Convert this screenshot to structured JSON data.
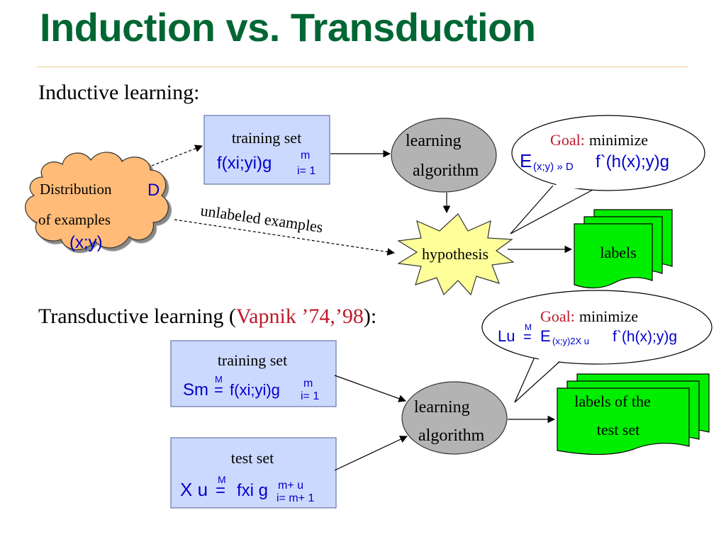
{
  "title": "Induction vs. Transduction",
  "inductive": {
    "heading": "Inductive learning:",
    "training_set": {
      "label": "training set",
      "formula": "f(xi;yi)g",
      "sup": "m",
      "sub": "i= 1"
    },
    "distribution": {
      "line1": "Distribution",
      "D": "D",
      "line2": "of examples",
      "xy": "(x;y)"
    },
    "learning_algorithm": {
      "line1": "learning",
      "line2": "algorithm"
    },
    "goal": {
      "goal_word": "Goal:",
      "rest": "minimize",
      "formula_E": "E",
      "formula_sub": "(x;y) » D",
      "formula_rest": "f`(h(x);y)g"
    },
    "unlabeled": "unlabeled examples",
    "hypothesis": "hypothesis",
    "labels": "labels"
  },
  "transductive": {
    "heading_pre": "Transductive learning (",
    "heading_ref": "Vapnik ’74,’98",
    "heading_post": "):",
    "training_set": {
      "label": "training set",
      "lhs": "Sm",
      "def": "M",
      "rhs": "f(xi;yi)g",
      "sup": "m",
      "sub": "i= 1"
    },
    "test_set": {
      "label": "test set",
      "lhs": "X u",
      "def": "M",
      "rhs": "fxi g",
      "sup": "m+ u",
      "sub": "i= m+ 1"
    },
    "learning_algorithm": {
      "line1": "learning",
      "line2": "algorithm"
    },
    "goal": {
      "goal_word": "Goal:",
      "rest": "minimize",
      "lhs": "Lu",
      "def": "M",
      "formula_E": "E",
      "formula_sub": "(x;y)2X u",
      "formula_rest": "f`(h(x);y)g"
    },
    "labels": {
      "line1": "labels of the",
      "line2": "test set"
    }
  },
  "colors": {
    "title": "#006633",
    "box_fill": "#ccd9ff",
    "box_stroke": "#6677aa",
    "cloud_fill": "#ffbb77",
    "ellipse_fill": "#b3b3b3",
    "star_fill": "#ffff99",
    "doc_fill": "#00ee00",
    "math": "#0000cc",
    "red": "#c0182a"
  }
}
